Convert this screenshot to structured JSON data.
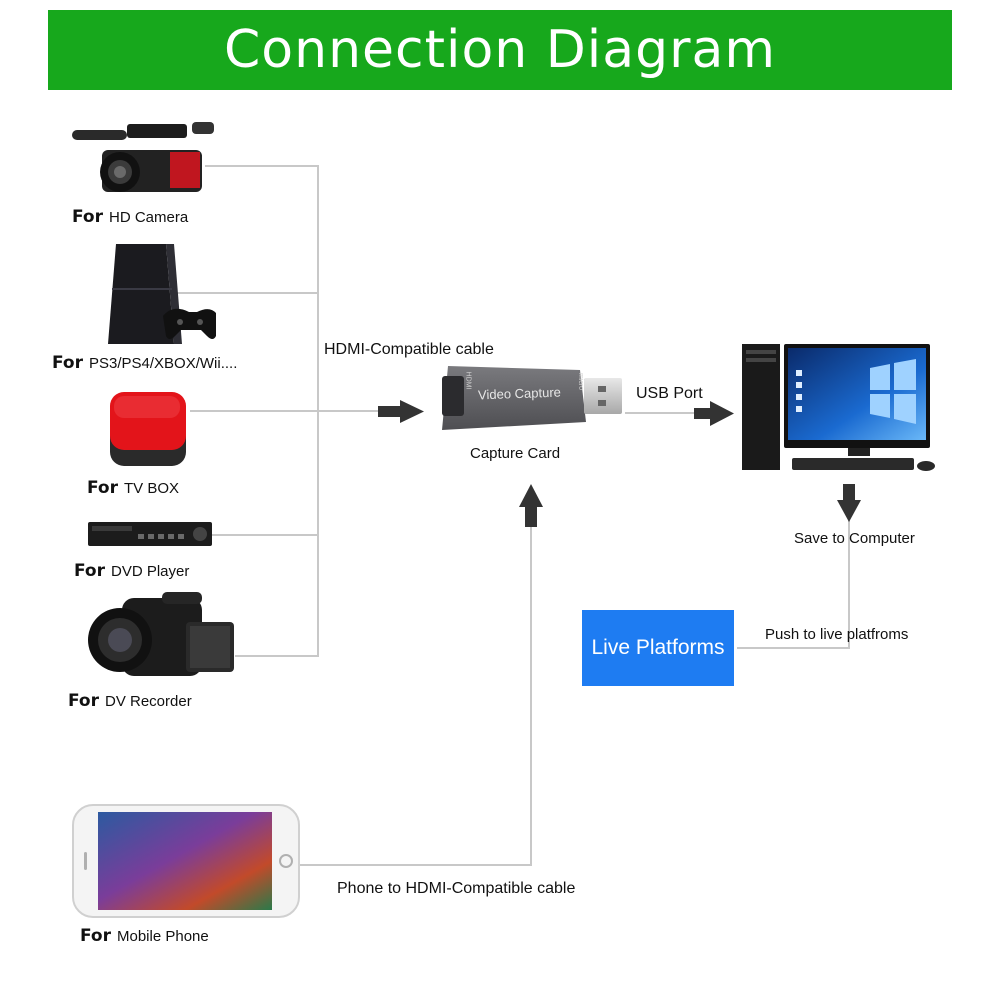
{
  "title": "Connection Diagram",
  "colors": {
    "banner": "#17a81c",
    "live_platforms": "#1e7cf2",
    "line": "#c8c8c8",
    "arrow": "#333333"
  },
  "devices": [
    {
      "prefix": "For",
      "label": "HD Camera",
      "icon": "camcorder-icon"
    },
    {
      "prefix": "For",
      "label": "PS3/PS4/XBOX/Wii....",
      "icon": "game-console-icon"
    },
    {
      "prefix": "For",
      "label": "TV BOX",
      "icon": "tv-box-icon"
    },
    {
      "prefix": "For",
      "label": "DVD Player",
      "icon": "dvd-player-icon"
    },
    {
      "prefix": "For",
      "label": "DV Recorder",
      "icon": "dv-recorder-icon"
    }
  ],
  "phone": {
    "prefix": "For",
    "label": "Mobile Phone",
    "icon": "mobile-phone-icon"
  },
  "capture_card": {
    "label": "Capture Card",
    "device_text": "Video Capture",
    "port_in": "HDMI",
    "port_out": "micro"
  },
  "connections": {
    "hdmi_cable": "HDMI-Compatible cable",
    "usb_port": "USB Port",
    "save": "Save to Computer",
    "push": "Push to live platfroms",
    "phone_cable": "Phone to HDMI-Compatible cable"
  },
  "live_platforms": "Live Platforms",
  "computer": {
    "icon": "desktop-computer-icon"
  }
}
